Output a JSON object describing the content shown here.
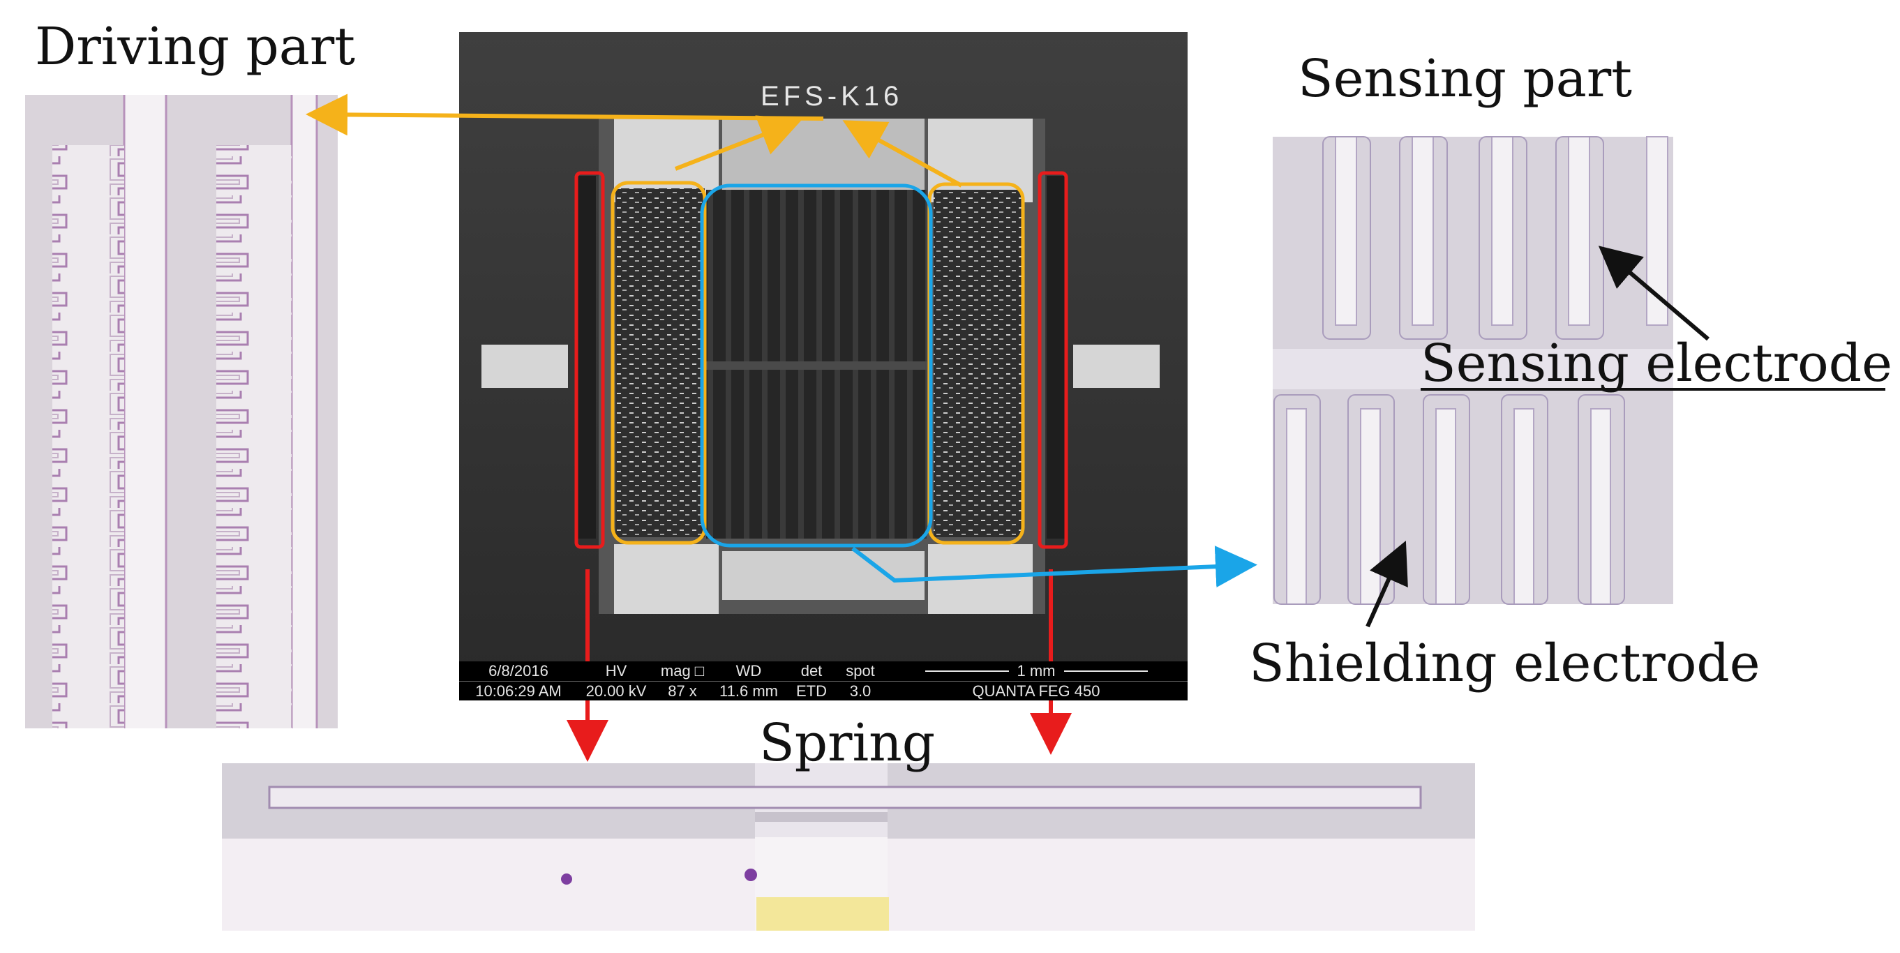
{
  "labels": {
    "driving": "Driving part",
    "sensing": "Sensing part",
    "sensing_electrode": "Sensing electrode",
    "shielding_electrode": "Shielding electrode",
    "spring": "Spring"
  },
  "sem": {
    "chip_label": "EFS-K16",
    "info_headers": [
      "6/8/2016",
      "HV",
      "mag □",
      "WD",
      "det",
      "spot"
    ],
    "info_values": [
      "10:06:29 AM",
      "20.00 kV",
      "87 x",
      "11.6 mm",
      "ETD",
      "3.0"
    ],
    "scale_label": "1 mm",
    "instrument": "QUANTA FEG 450"
  },
  "colors": {
    "driving_highlight": "#f5b21a",
    "sensing_highlight": "#1aa5e8",
    "spring_highlight": "#e81c1c",
    "annotation_arrow": "#111111"
  }
}
